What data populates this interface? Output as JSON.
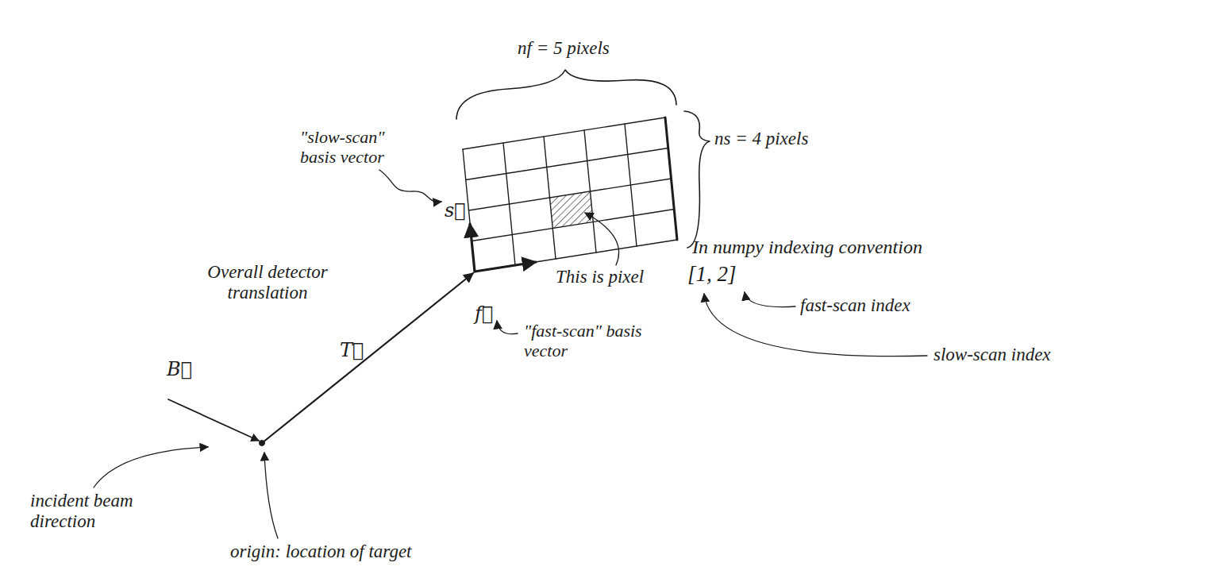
{
  "diagram": {
    "labels": [
      "nf = 5 pixels",
      "\"slow-scan\" basis vector",
      "ns = 4 pixels",
      "s⃗",
      "In numpy indexing convention",
      "Overall detector translation",
      "This is pixel",
      "[1, 2]",
      "T⃗",
      "f⃗",
      "fast-scan index",
      "\"fast-scan\" basis vector",
      "slow-scan index",
      "B⃗",
      "incident beam direction",
      "origin: location of target"
    ]
  }
}
